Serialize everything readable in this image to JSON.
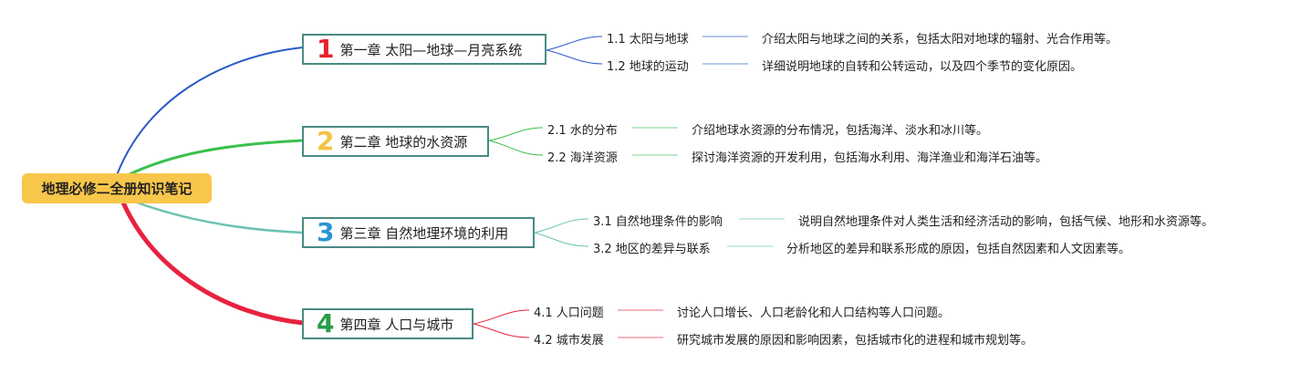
{
  "root": {
    "label": "地理必修二全册知识笔记"
  },
  "colors": {
    "ch1": "#2a59c9",
    "ch2": "#3cc04e",
    "ch3": "#6cc2b0",
    "ch4": "#e8223e",
    "ch1_num": "#e5242c",
    "ch2_num": "#f5c242",
    "ch3_num": "#2a94d4",
    "ch4_num": "#2a9d48",
    "root_bg": "#f8c64a",
    "box_border": "#4a8a84"
  },
  "chapters": [
    {
      "num": "1",
      "title": "第一章 太阳—地球—月亮系统",
      "sections": [
        {
          "label": "1.1 太阳与地球",
          "desc": "介绍太阳与地球之间的关系，包括太阳对地球的辐射、光合作用等。"
        },
        {
          "label": "1.2 地球的运动",
          "desc": "详细说明地球的自转和公转运动，以及四个季节的变化原因。"
        }
      ]
    },
    {
      "num": "2",
      "title": "第二章 地球的水资源",
      "sections": [
        {
          "label": "2.1 水的分布",
          "desc": "介绍地球水资源的分布情况，包括海洋、淡水和冰川等。"
        },
        {
          "label": "2.2 海洋资源",
          "desc": "探讨海洋资源的开发利用，包括海水利用、海洋渔业和海洋石油等。"
        }
      ]
    },
    {
      "num": "3",
      "title": "第三章 自然地理环境的利用",
      "sections": [
        {
          "label": "3.1 自然地理条件的影响",
          "desc": "说明自然地理条件对人类生活和经济活动的影响，包括气候、地形和水资源等。"
        },
        {
          "label": "3.2 地区的差异与联系",
          "desc": "分析地区的差异和联系形成的原因，包括自然因素和人文因素等。"
        }
      ]
    },
    {
      "num": "4",
      "title": "第四章 人口与城市",
      "sections": [
        {
          "label": "4.1 人口问题",
          "desc": "讨论人口增长、人口老龄化和人口结构等人口问题。"
        },
        {
          "label": "4.2 城市发展",
          "desc": "研究城市发展的原因和影响因素，包括城市化的进程和城市规划等。"
        }
      ]
    }
  ]
}
